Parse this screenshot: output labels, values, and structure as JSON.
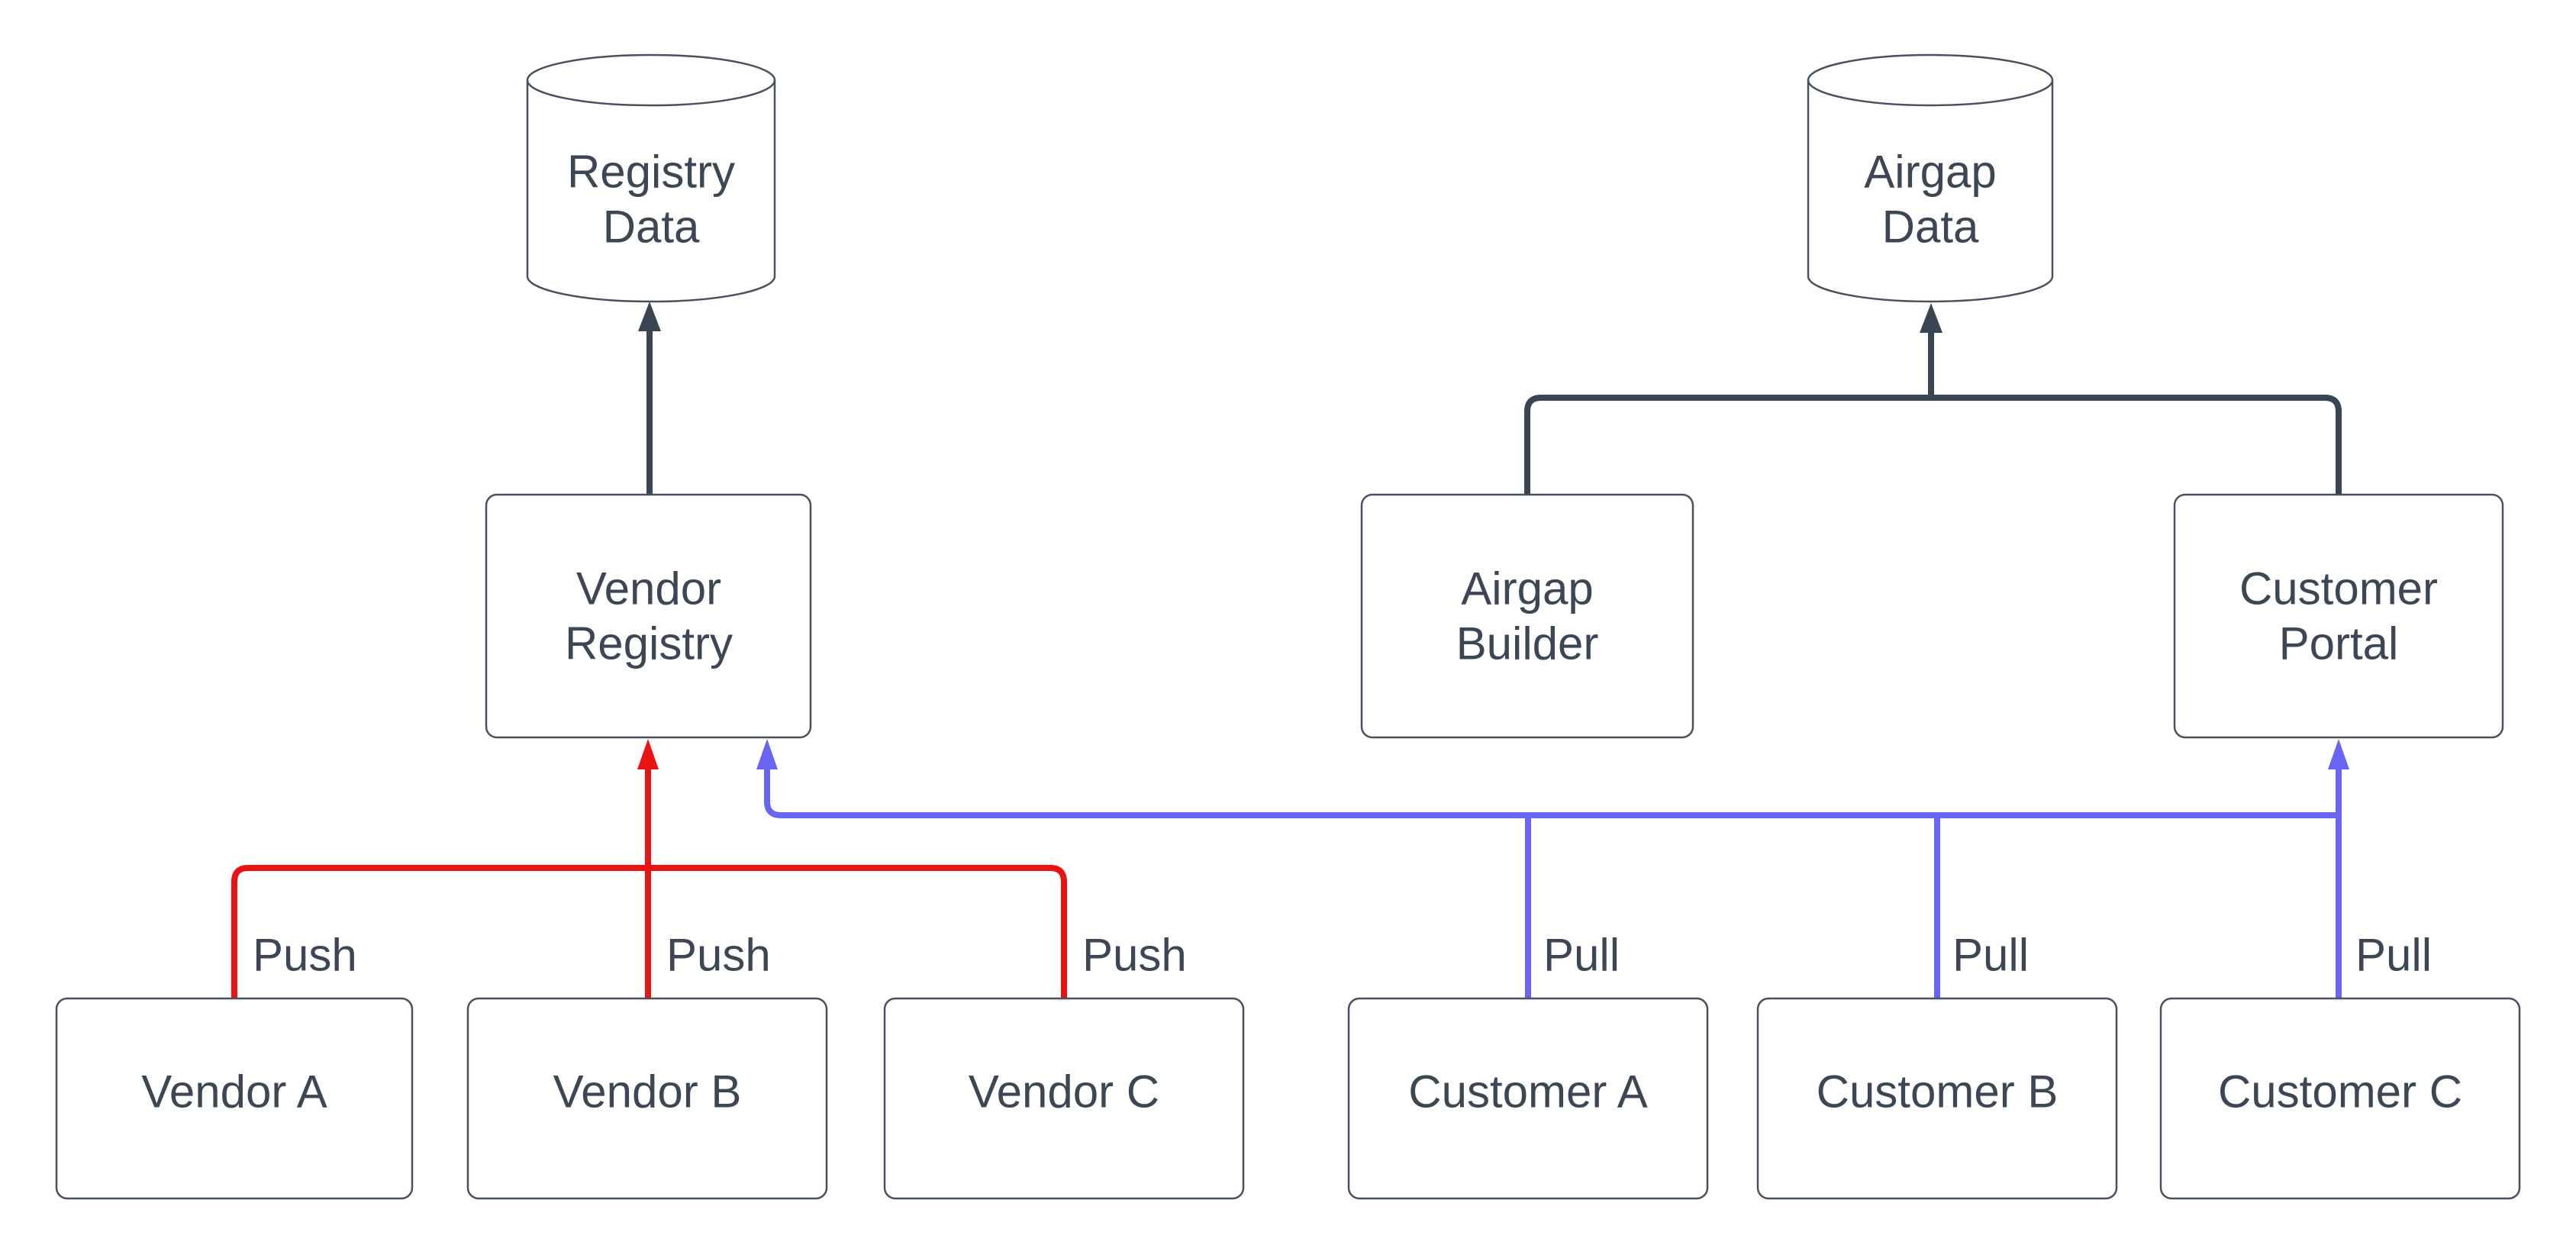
{
  "diagram": {
    "background": "#ffffff",
    "colors": {
      "ink": "#3c4654",
      "box-stroke": "#47515f",
      "connector": "#3a4553",
      "push": "#e91312",
      "pull": "#6965f2"
    },
    "nodes": {
      "registry_data": {
        "type": "cylinder",
        "line1": "Registry",
        "line2": "Data"
      },
      "airgap_data": {
        "type": "cylinder",
        "line1": "Airgap",
        "line2": "Data"
      },
      "vendor_registry": {
        "type": "box",
        "line1": "Vendor",
        "line2": "Registry"
      },
      "airgap_builder": {
        "type": "box",
        "line1": "Airgap",
        "line2": "Builder"
      },
      "customer_portal": {
        "type": "box",
        "line1": "Customer",
        "line2": "Portal"
      },
      "vendor_a": {
        "type": "box",
        "label": "Vendor A"
      },
      "vendor_b": {
        "type": "box",
        "label": "Vendor B"
      },
      "vendor_c": {
        "type": "box",
        "label": "Vendor C"
      },
      "customer_a": {
        "type": "box",
        "label": "Customer A"
      },
      "customer_b": {
        "type": "box",
        "label": "Customer B"
      },
      "customer_c": {
        "type": "box",
        "label": "Customer C"
      }
    },
    "edges": [
      {
        "from": "vendor_registry",
        "to": "registry_data",
        "label": "",
        "color_role": "connector"
      },
      {
        "from": "airgap_builder",
        "to": "airgap_data",
        "label": "",
        "color_role": "connector"
      },
      {
        "from": "customer_portal",
        "to": "airgap_data",
        "label": "",
        "color_role": "connector"
      },
      {
        "from": "vendor_a",
        "to": "vendor_registry",
        "label": "Push",
        "color_role": "push"
      },
      {
        "from": "vendor_b",
        "to": "vendor_registry",
        "label": "Push",
        "color_role": "push"
      },
      {
        "from": "vendor_c",
        "to": "vendor_registry",
        "label": "Push",
        "color_role": "push"
      },
      {
        "from": "customer_a",
        "to": "customer_portal",
        "label": "Pull",
        "color_role": "pull"
      },
      {
        "from": "customer_b",
        "to": "customer_portal",
        "label": "Pull",
        "color_role": "pull"
      },
      {
        "from": "customer_c",
        "to": "customer_portal",
        "label": "Pull",
        "color_role": "pull"
      }
    ]
  }
}
